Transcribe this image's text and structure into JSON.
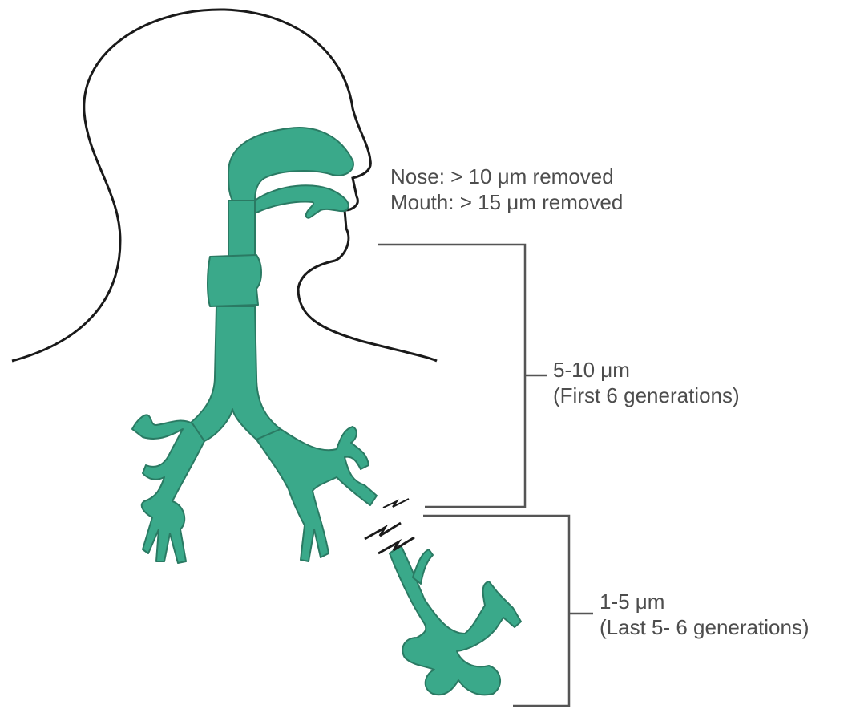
{
  "colors": {
    "airway_fill": "#3aa98a",
    "airway_outline": "#2a7a63",
    "head_outline": "#1a1a1a",
    "bracket": "#555555",
    "text": "#4d4d4d",
    "background": "#ffffff"
  },
  "labels": {
    "nose": "Nose: > 10 μm removed",
    "mouth": "Mouth: > 15 μm removed",
    "upper_size": "5-10 μm",
    "upper_desc": "(First 6 generations)",
    "lower_size": "1-5 μm",
    "lower_desc": "(Last 5- 6 generations)"
  }
}
